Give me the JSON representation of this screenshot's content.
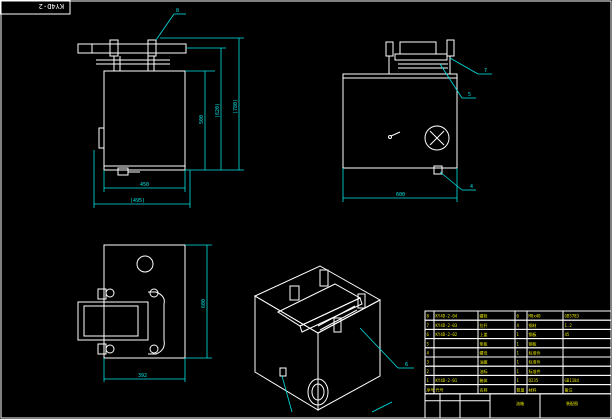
{
  "drawing": {
    "title_tag": "KY4D-2",
    "colors": {
      "outline": "#ffffff",
      "dimension": "#00e5e5",
      "table_text": "#e8e800",
      "background": "#000000"
    }
  },
  "front_view": {
    "dim_width": "450",
    "dim_overall_width": "(495)",
    "dim_height_body": "500",
    "dim_height_mid": "(620)",
    "dim_height_total": "(780)",
    "balloon": "8"
  },
  "side_view": {
    "dim_width": "600",
    "balloons": [
      "7",
      "5",
      "4"
    ]
  },
  "top_view": {
    "dim_width": "392",
    "dim_height": "600"
  },
  "iso_view": {
    "balloon": "6"
  },
  "bom": {
    "rows": [
      {
        "no": "8",
        "code": "KY4D-2-04",
        "name": "螺栓",
        "qty": "6",
        "spec": "M8x40",
        "std": "GB5783"
      },
      {
        "no": "7",
        "code": "KY4D-2-03",
        "name": "拉杆",
        "qty": "4",
        "spec": "钢材",
        "std": "1.2"
      },
      {
        "no": "6",
        "code": "KY4D-2-02",
        "name": "上盖",
        "qty": "1",
        "spec": "钢板",
        "std": "45"
      },
      {
        "no": "5",
        "code": "",
        "name": "垫板",
        "qty": "1",
        "spec": "钢板",
        "std": ""
      },
      {
        "no": "4",
        "code": "",
        "name": "螺母",
        "qty": "1",
        "spec": "标准件",
        "std": ""
      },
      {
        "no": "3",
        "code": "",
        "name": "油塞",
        "qty": "1",
        "spec": "标准件",
        "std": ""
      },
      {
        "no": "2",
        "code": "",
        "name": "油标",
        "qty": "1",
        "spec": "标准件",
        "std": ""
      },
      {
        "no": "1",
        "code": "KY4D-2-01",
        "name": "箱体",
        "qty": "1",
        "spec": "Q235",
        "std": "GB1184"
      }
    ],
    "header": [
      "序号",
      "代号",
      "名称",
      "数量",
      "材料",
      "备注"
    ],
    "title_block_label": "油箱",
    "title_block_org": "装配图"
  }
}
